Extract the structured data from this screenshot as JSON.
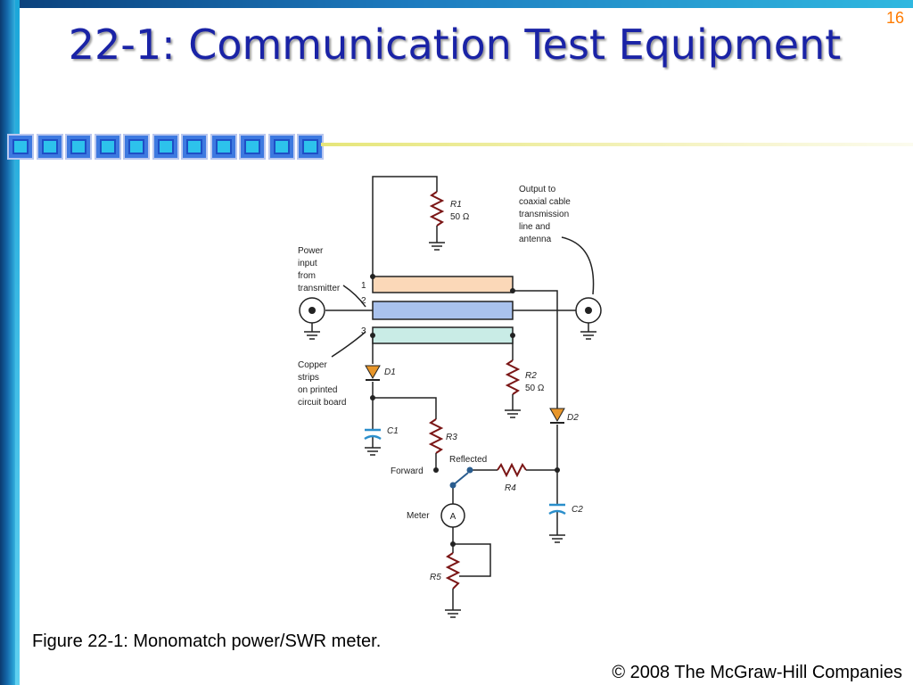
{
  "slide": {
    "number": "16",
    "title": "22-1: Communication Test Equipment",
    "caption": "Figure 22-1: Monomatch power/SWR meter.",
    "copyright": "© 2008 The McGraw-Hill Companies"
  },
  "colors": {
    "title": "#1a23a6",
    "slide_number": "#ff7b00",
    "strip_1": "#fbd8b8",
    "strip_2": "#a9c2ee",
    "strip_3": "#c9ece6",
    "diode": "#e8962a",
    "capacitor": "#2a8ecb",
    "resistor": "#7a1515"
  },
  "diagram": {
    "labels": {
      "output_note": [
        "Output to",
        "coaxial cable",
        "transmission",
        "line and",
        "antenna"
      ],
      "power_input": [
        "Power",
        "input",
        "from",
        "transmitter"
      ],
      "copper_strips": [
        "Copper",
        "strips",
        "on printed",
        "circuit board"
      ],
      "r1": "R1",
      "r1_value": "50 Ω",
      "r2": "R2",
      "r2_value": "50 Ω",
      "r3": "R3",
      "r4": "R4",
      "r5": "R5",
      "d1": "D1",
      "d2": "D2",
      "c1": "C1",
      "c2": "C2",
      "strip_1": "1",
      "strip_2": "2",
      "strip_3": "3",
      "forward": "Forward",
      "reflected": "Reflected",
      "meter": "Meter",
      "meter_symbol": "A"
    }
  }
}
